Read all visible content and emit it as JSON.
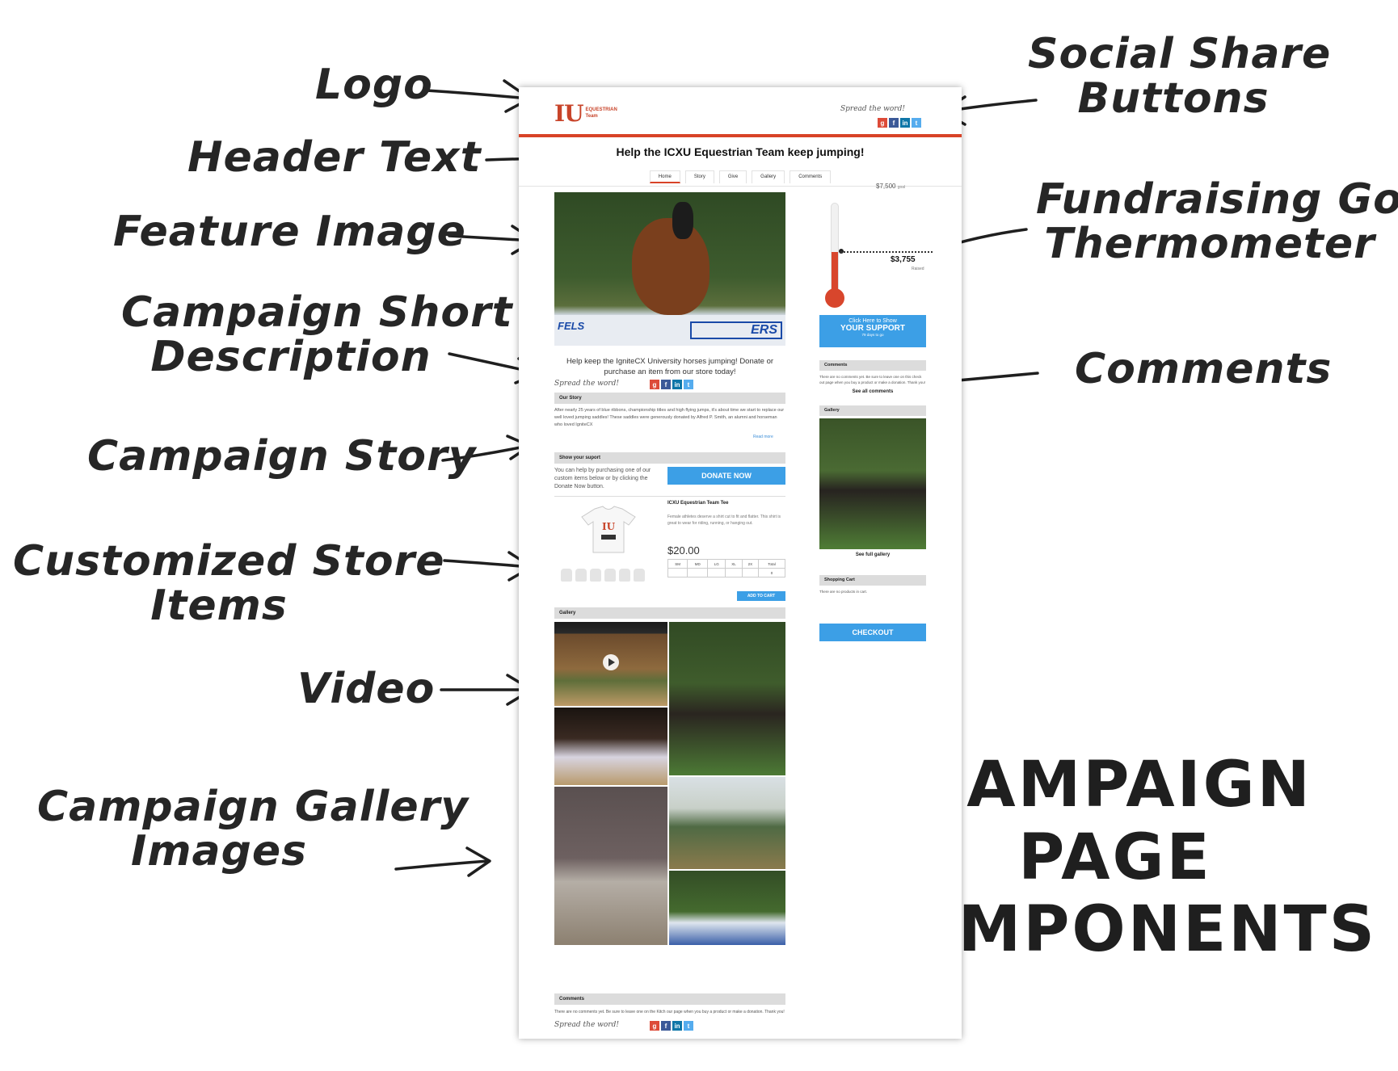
{
  "annotations": {
    "logo": "Logo",
    "header_text": "Header Text",
    "feature_image": "Feature Image",
    "short_description": [
      "Campaign Short",
      "Description"
    ],
    "story": "Campaign Story",
    "store_items": [
      "Customized Store",
      "Items"
    ],
    "video": "Video",
    "gallery_images": [
      "Campaign Gallery",
      "Images"
    ],
    "social_share": [
      "Social Share",
      "Buttons"
    ],
    "goal_thermometer": [
      "Fundraising Goal",
      "Thermometer"
    ],
    "comments": "Comments",
    "page_title": [
      "CAMPAIGN PAGE",
      "COMPONENTS"
    ]
  },
  "campaign": {
    "logo_mark": "IU",
    "logo_sub": [
      "EQUESTRIAN",
      "Team"
    ],
    "spread_the_word": "Spread the word!",
    "header_text": "Help the ICXU Equestrian Team keep jumping!",
    "nav_tabs": [
      "Home",
      "Story",
      "Give",
      "Gallery",
      "Comments"
    ],
    "feature_image": {
      "left_sign": "FELS",
      "right_sign": "ERS"
    },
    "short_description": "Help keep the IgniteCX University horses jumping! Donate or purchase an item from our store today!",
    "our_story_header": "Our Story",
    "story_text": "After nearly 25 years of blue ribbons, championship titles and high flying jumps, it's about time we start to replace our well loved jumping saddles! These saddles were generously donated by Alfred P. Smith, an alumni and horseman who loved IgniteCX",
    "read_more": "Read more",
    "support_header": "Show your suport",
    "support_text": "You can help by purchasing one of our custom items below or by clicking the Donate Now button.",
    "donate_button": "DONATE NOW",
    "product": {
      "title": "ICXU Equestrian Team Tee",
      "description": "Female athletes deserve a shirt cut to fit and flatter. This shirt is great to wear for riding, running, or hanging out.",
      "price": "$20.00",
      "sizes": [
        "SM",
        "MD",
        "LG",
        "XL",
        "2X",
        "Total"
      ],
      "total_qty": "0",
      "add_to_cart": "ADD TO CART",
      "shirt_text": "IU"
    },
    "gallery_header": "Gallery",
    "comments_header": "Comments",
    "comments_text": "There are no comments yet. Be sure to leave one on the Kitch our page when you buy a product or make a donation. Thank you!"
  },
  "sidebar": {
    "goal": "$7,500",
    "goal_label": "goal",
    "raised": "$3,755",
    "raised_label": "Raised",
    "raised_fraction": 0.5,
    "support_button": [
      "Click Here to Show",
      "YOUR SUPPORT",
      "79 days to go"
    ],
    "comments_header": "Comments",
    "comments_text": "There are no comments yet. Be sure to leave one on this check out page when you buy a product or make a donation. Thank you!",
    "see_all_comments": "See all comments",
    "gallery_header": "Gallery",
    "see_full_gallery": "See full gallery",
    "cart_header": "Shopping Cart",
    "cart_text": "There are no products in cart.",
    "checkout": "CHECKOUT"
  },
  "colors": {
    "accent_red": "#d84327",
    "button_blue": "#3c9fe6"
  }
}
